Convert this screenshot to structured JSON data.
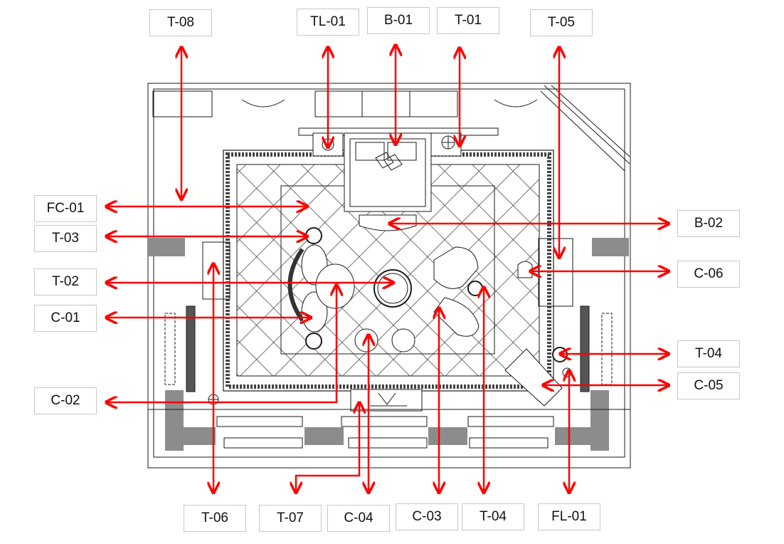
{
  "colors": {
    "arrow": "#ff0000",
    "line": "#1a1a1a",
    "wall": "#8c8c8c"
  },
  "labels": {
    "t08": "T-08",
    "tl01": "TL-01",
    "b01": "B-01",
    "t01": "T-01",
    "t05": "T-05",
    "fc01": "FC-01",
    "t03": "T-03",
    "t02": "T-02",
    "c01": "C-01",
    "c02": "C-02",
    "b02": "B-02",
    "c06": "C-06",
    "t04r": "T-04",
    "c05": "C-05",
    "t06": "T-06",
    "t07": "T-07",
    "c04": "C-04",
    "c03": "C-03",
    "t04b": "T-04",
    "fl01": "FL-01"
  }
}
